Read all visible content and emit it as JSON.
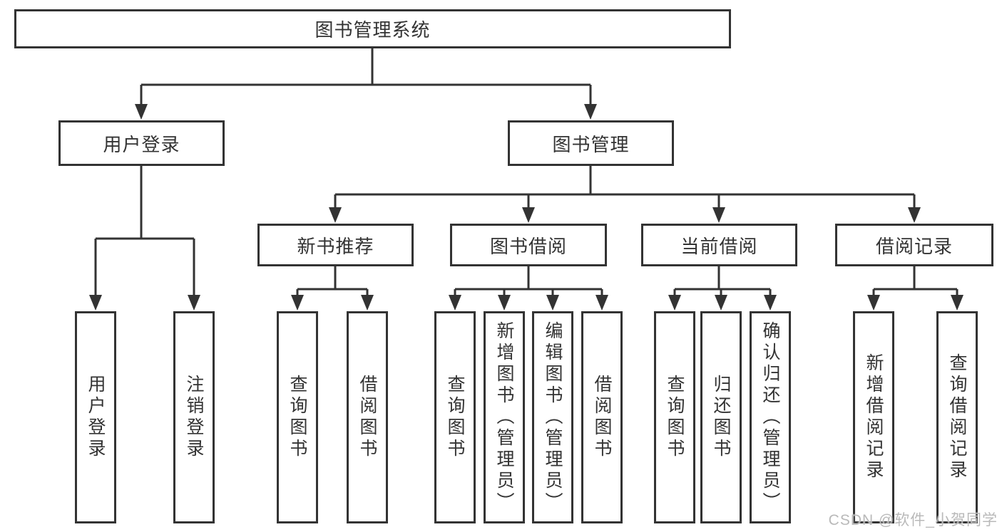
{
  "diagram": {
    "root": {
      "label": "图书管理系统"
    },
    "branches": [
      {
        "label": "用户登录",
        "children": [
          {
            "label": "用户登录"
          },
          {
            "label": "注销登录"
          }
        ]
      },
      {
        "label": "图书管理",
        "groups": [
          {
            "label": "新书推荐",
            "children": [
              {
                "label": "查询图书"
              },
              {
                "label": "借阅图书"
              }
            ]
          },
          {
            "label": "图书借阅",
            "children": [
              {
                "label": "查询图书"
              },
              {
                "label": "新增图书（管理员）"
              },
              {
                "label": "编辑图书（管理员）"
              },
              {
                "label": "借阅图书"
              }
            ]
          },
          {
            "label": "当前借阅",
            "children": [
              {
                "label": "查询图书"
              },
              {
                "label": "归还图书"
              },
              {
                "label": "确认归还（管理员）"
              }
            ]
          },
          {
            "label": "借阅记录",
            "children": [
              {
                "label": "新增借阅记录"
              },
              {
                "label": "查询借阅记录"
              }
            ]
          }
        ]
      }
    ]
  },
  "watermark": {
    "text": "CSDN @软件_小贺同学"
  },
  "colors": {
    "line": "#333333",
    "box_border": "#333333",
    "text": "#333333",
    "watermark": "#b9b9b9",
    "background": "#ffffff"
  }
}
